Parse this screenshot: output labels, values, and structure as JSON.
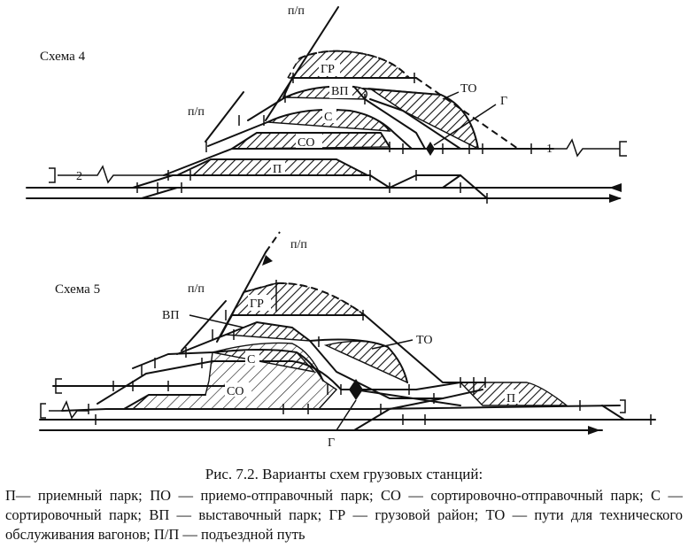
{
  "scheme4": {
    "title": "Схема 4",
    "labels": {
      "access_top": "п/п",
      "access_left": "п/п",
      "gr": "ГР",
      "vp": "ВП",
      "s": "С",
      "so": "СО",
      "p": "П",
      "to": "ТО",
      "g": "Г",
      "track1": "1",
      "track2": "2"
    }
  },
  "scheme5": {
    "title": "Схема 5",
    "labels": {
      "access_top": "п/п",
      "access_left": "п/п",
      "gr": "ГР",
      "vp": "ВП",
      "s": "С",
      "so": "СО",
      "p": "П",
      "to": "ТО",
      "g": "Г"
    }
  },
  "caption": {
    "title": "Рис. 7.2. Варианты схем грузовых станций:",
    "legend": "П— приемный парк; ПО — приемо-отправочный парк; СО — сортировочно-отправочный парк; С — сортировочный парк; ВП — выставочный парк; ГР — грузовой район; ТО — пути для технического обслуживания вагонов; П/П — подъездной путь"
  }
}
